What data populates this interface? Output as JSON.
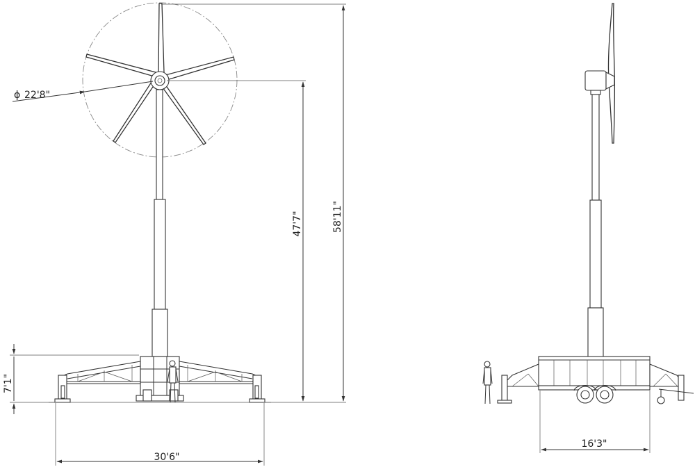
{
  "drawing": {
    "dimensions": {
      "rotor_diameter": "22'8\"",
      "hub_height": "47'7\"",
      "overall_height": "58'11\"",
      "base_height": "7'1\"",
      "deployed_width": "30'6\"",
      "trailer_length": "16'3\""
    },
    "symbols": {
      "diameter": "ϕ"
    }
  }
}
